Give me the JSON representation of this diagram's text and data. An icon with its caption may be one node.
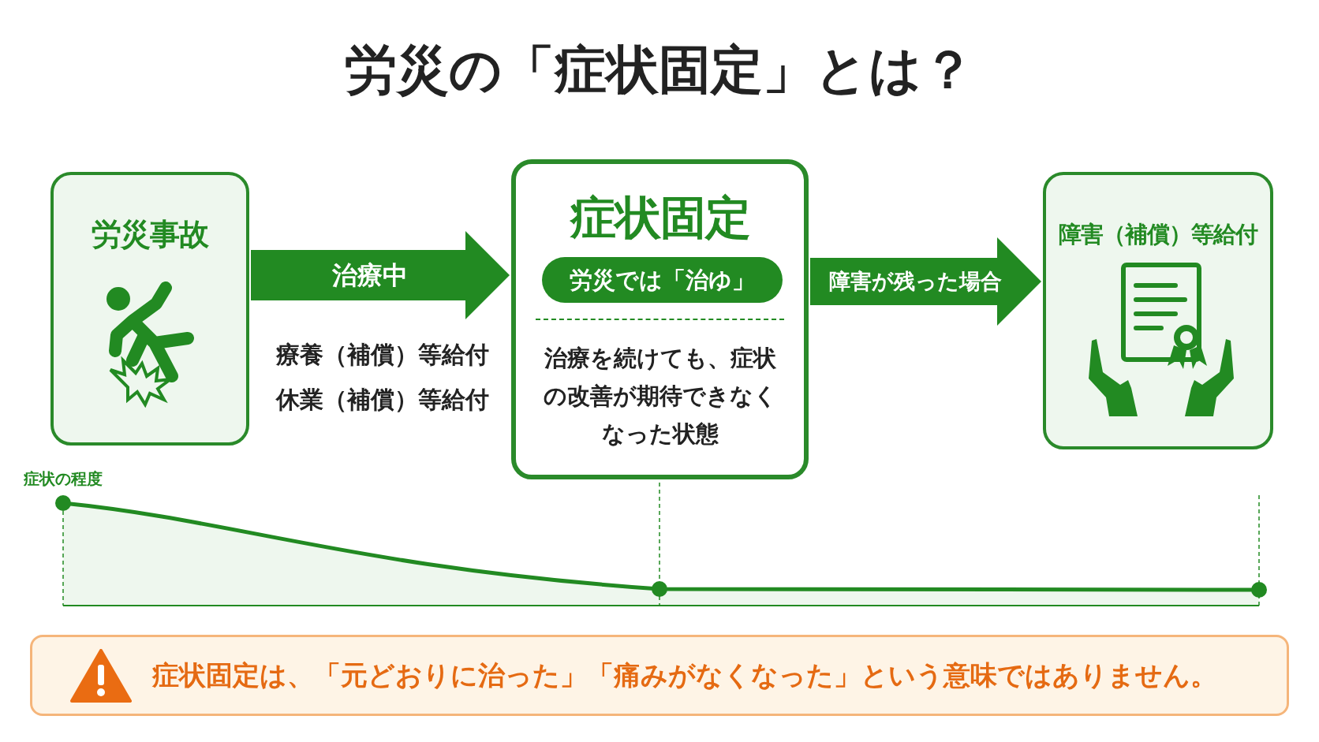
{
  "diagram": {
    "title": "労災の「症状固定」とは？",
    "nodes": [
      {
        "text": [
          "労災事故"
        ]
      },
      {
        "text": [
          "症状固定",
          "治療を続けても、症状の改善が期待できなくなった状態"
        ]
      },
      {
        "text": [
          "労災では「治ゆ」"
        ],
        "in": 1
      },
      {
        "text": [
          "障害（補償）等給付"
        ]
      },
      {
        "text": [
          "症状固定は、「元どおりに治った」「痛みがなくなった」という意味ではありません。"
        ]
      }
    ],
    "edges": [
      {
        "from": 0,
        "to": 1,
        "arrow": "to",
        "label": "治療中"
      },
      {
        "from": 1,
        "to": 3,
        "arrow": "to",
        "label": "障害が残った場合"
      }
    ],
    "labels": [
      "療養（補償）等給付",
      "休業（補償）等給付",
      "症状の程度"
    ]
  }
}
